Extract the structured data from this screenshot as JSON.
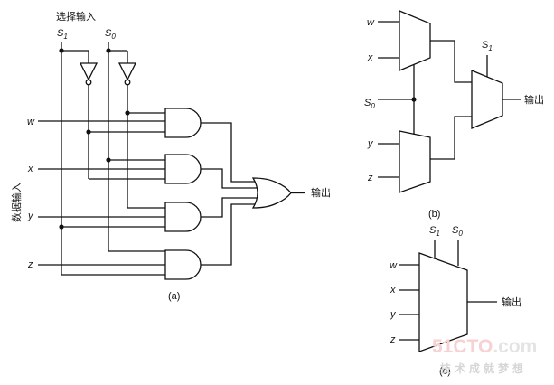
{
  "a": {
    "select_title": "选择输入",
    "data_title": "数据输入",
    "s1": "S",
    "s1_sub": "1",
    "s0": "S",
    "s0_sub": "0",
    "inputs": [
      "w",
      "x",
      "y",
      "z"
    ],
    "output": "输出",
    "caption": "(a)"
  },
  "b": {
    "w": "w",
    "x": "x",
    "y": "y",
    "z": "z",
    "s0": "S",
    "s0_sub": "0",
    "s1": "S",
    "s1_sub": "1",
    "output": "输出",
    "caption": "(b)"
  },
  "c": {
    "s1": "S",
    "s1_sub": "1",
    "s0": "S",
    "s0_sub": "0",
    "inputs": [
      "w",
      "x",
      "y",
      "z"
    ],
    "output": "输出",
    "caption": "(c)"
  },
  "watermark": {
    "brand_a": "51CTO",
    "brand_b": ".com",
    "tagline": "技术成就梦想"
  }
}
